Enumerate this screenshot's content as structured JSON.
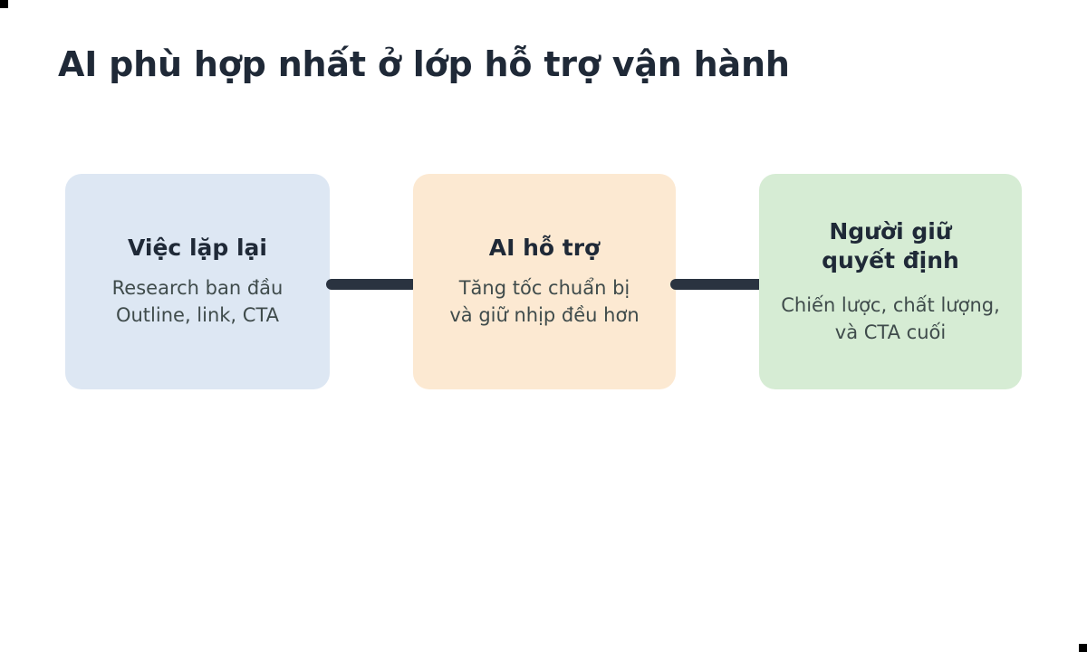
{
  "slide": {
    "title": "AI phù hợp nhất ở lớp hỗ trợ vận hành",
    "background_color": "#ffffff",
    "title_color": "#1f2937",
    "body_text_color": "#3f4b4b",
    "connector_color": "#2a3340"
  },
  "flow": {
    "cards": [
      {
        "id": "viec-lap-lai",
        "title": "Việc lặp lại",
        "body_line_1": "Research ban đầu",
        "body_line_2": "Outline, link, CTA",
        "color": "#dde7f3"
      },
      {
        "id": "ai-ho-tro",
        "title": "AI hỗ trợ",
        "body_line_1": "Tăng tốc chuẩn bị",
        "body_line_2": "và giữ nhịp đều hơn",
        "color": "#fce9d2"
      },
      {
        "id": "nguoi-giu-quyet-dinh",
        "title_line_1": "Người giữ",
        "title_line_2": "quyết định",
        "body_line_1": "Chiến lược, chất lượng,",
        "body_line_2": "và CTA cuối",
        "color": "#d6ecd4"
      }
    ],
    "connectors": [
      {
        "id": "connector-1",
        "from": "viec-lap-lai",
        "to": "ai-ho-tro"
      },
      {
        "id": "connector-2",
        "from": "ai-ho-tro",
        "to": "nguoi-giu-quyet-dinh"
      }
    ]
  }
}
